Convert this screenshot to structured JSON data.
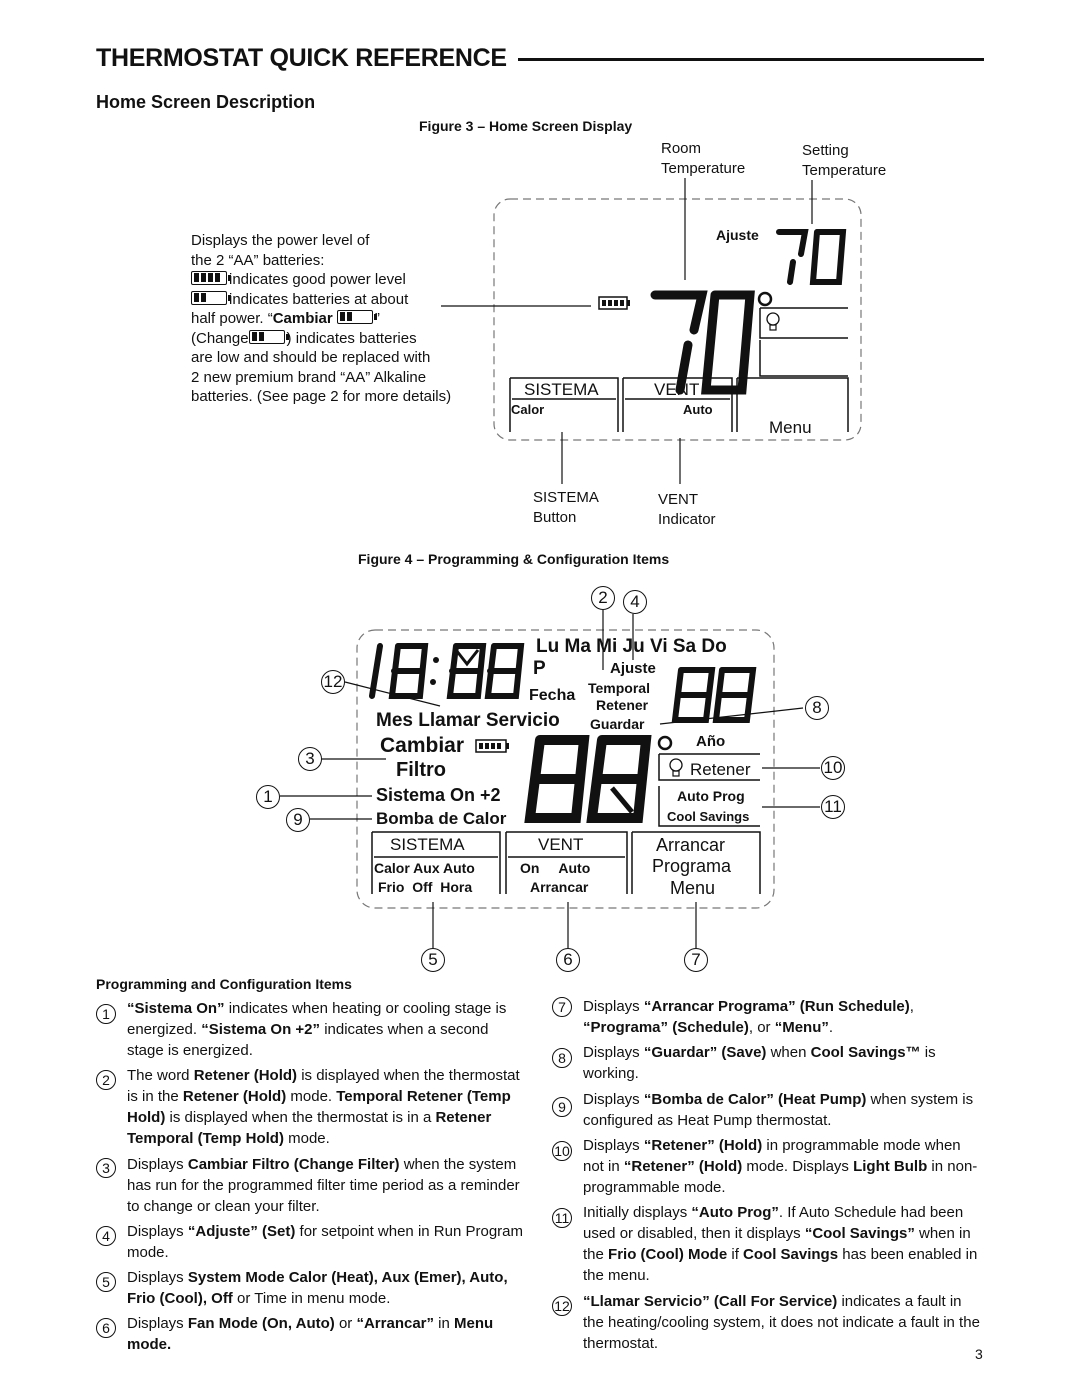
{
  "header": {
    "title": "THERMOSTAT QUICK REFERENCE",
    "section_title": "Home Screen Description",
    "page_number": "3"
  },
  "figure3": {
    "caption": "Figure 3 – Home Screen Display",
    "room_temperature_label": "Room\nTemperature",
    "setting_temperature_label": "Setting\nTemperature",
    "battery_desc": {
      "line1": "Displays the power level of",
      "line2": "the 2 “AA” batteries:",
      "line3": "indicates good power level",
      "line4": "indicates batteries at about",
      "line5a": "half power. “",
      "line5b": "Cambiar",
      "line5c": "”",
      "line6a": "(Change",
      "line6b": ") indicates batteries",
      "line7": "are low and should be replaced with",
      "line8": "2 new premium brand “AA” Alkaline",
      "line9": "batteries. (See page 2 for more details)"
    },
    "lcd": {
      "ajuste": "Ajuste",
      "set_temp": "70",
      "room_temp": "70",
      "sistema": "SISTEMA",
      "vent": "VENT",
      "calor": "Calor",
      "auto": "Auto",
      "menu": "Menu"
    },
    "sistema_button_label": "SISTEMA\nButton",
    "vent_indicator_label": "VENT\nIndicator"
  },
  "figure4": {
    "caption": "Figure 4 – Programming & Configuration Items",
    "lcd": {
      "clock": "18:88",
      "days": "Lu Ma Mi Ju Vi Sa Do",
      "p": "P",
      "fecha": "Fecha",
      "ajuste": "Ajuste",
      "temporal": "Temporal",
      "retener_small": "Retener",
      "guardar": "Guardar",
      "set_digits": "88",
      "mes_line": "Mes  Llamar Servicio",
      "cambiar": "Cambiar",
      "filtro": "Filtro",
      "sistema_on": "Sistema On +2",
      "bomba": "Bomba de Calor",
      "big_digits": "88",
      "ano": "Año",
      "retener": "Retener",
      "auto_prog": "Auto Prog",
      "cool_savings": "Cool Savings",
      "sistema": "SISTEMA",
      "sys_row1": "Calor Aux Auto",
      "sys_row2": "Frio  Off  Hora",
      "vent": "VENT",
      "vent_row1": "On     Auto",
      "vent_row2": "Arrancar",
      "arrancar": "Arrancar",
      "programa": "Programa",
      "menu": "Menu"
    },
    "callouts": [
      "1",
      "2",
      "3",
      "4",
      "5",
      "6",
      "7",
      "8",
      "9",
      "10",
      "11",
      "12"
    ]
  },
  "items": {
    "heading": "Programming and Configuration Items",
    "i1": {
      "num": "1",
      "b1": "“Sistema On”",
      "t1": " indicates when heating or cooling stage is energized. ",
      "b2": "“Sistema On +2”",
      "t2": " indicates when a second stage is energized."
    },
    "i2": {
      "num": "2",
      "t1": "The word ",
      "b1": "Retener (Hold)",
      "t2": " is displayed when the thermostat is in the ",
      "b2": "Retener (Hold)",
      "t3": " mode. ",
      "b3": "Temporal Retener (Temp Hold)",
      "t4": " is displayed when the thermostat is in a ",
      "b4": "Retener Temporal (Temp Hold)",
      "t5": " mode."
    },
    "i3": {
      "num": "3",
      "t1": "Displays ",
      "b1": "Cambiar Filtro (Change Filter)",
      "t2": " when the system has run for the programmed filter time period as a reminder to change or clean your filter."
    },
    "i4": {
      "num": "4",
      "t1": "Displays ",
      "b1": "“Adjuste” (Set)",
      "t2": " for setpoint when in Run Program mode."
    },
    "i5": {
      "num": "5",
      "t1": "Displays ",
      "b1": "System Mode Calor (Heat), Aux (Emer), Auto, Frio (Cool), Off",
      "t2": " or Time in menu mode."
    },
    "i6": {
      "num": "6",
      "t1": "Displays ",
      "b1": "Fan Mode (On, Auto)",
      "t2": " or ",
      "b2": "“Arrancar”",
      "t3": " in  ",
      "b3": "Menu mode."
    },
    "i7": {
      "num": "7",
      "t1": "Displays ",
      "b1": "“Arrancar Programa” (Run Schedule)",
      "t2": ", ",
      "b2": "“Programa” (Schedule)",
      "t3": ", or ",
      "b3": "“Menu”",
      "t4": "."
    },
    "i8": {
      "num": "8",
      "t1": "Displays ",
      "b1": "“Guardar” (Save)",
      "t2": " when ",
      "b2": "Cool Savings™",
      "t3": " is working."
    },
    "i9": {
      "num": "9",
      "t1": "Displays ",
      "b1": "“Bomba de Calor” (Heat Pump)",
      "t2": " when system is configured as Heat Pump thermostat."
    },
    "i10": {
      "num": "10",
      "t1": "Displays ",
      "b1": "“Retener” (Hold)",
      "t2": " in programmable mode when not in ",
      "b2": "“Retener” (Hold)",
      "t3": " mode. Displays ",
      "b3": "Light Bulb",
      "t4": " in non-programmable mode."
    },
    "i11": {
      "num": "11",
      "t1": "Initially displays ",
      "b1": "“Auto Prog”",
      "t2": ". If Auto Schedule had been used or disabled, then it displays ",
      "b2": "“Cool Savings”",
      "t3": " when in the ",
      "b3": "Frio (Cool) Mode",
      "t4": " if ",
      "b4": "Cool Savings",
      "t5": " has been enabled in the menu."
    },
    "i12": {
      "num": "12",
      "b1": "“Llamar Servicio” (Call For Service)",
      "t1": " indicates a fault in the heating/cooling system, it does not indicate a fault in the thermostat."
    }
  }
}
